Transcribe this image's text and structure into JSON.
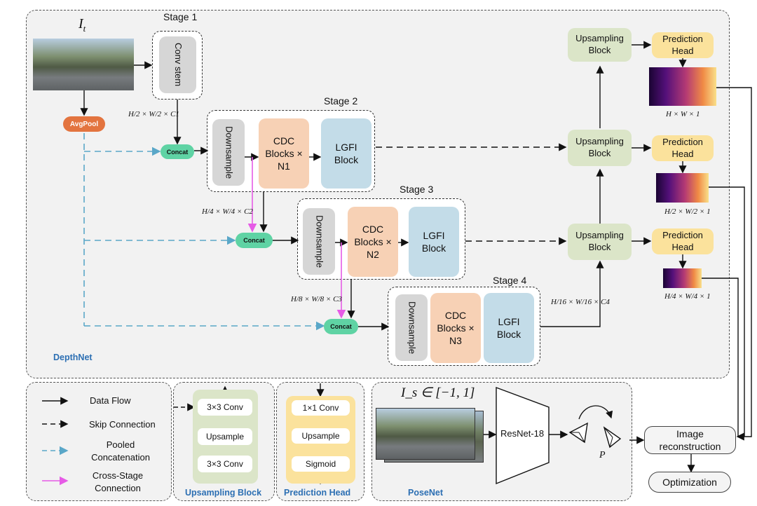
{
  "depthnet": {
    "label": "DepthNet",
    "input_label": "I_t",
    "avgpool": "AvgPool",
    "stage1": {
      "title": "Stage 1",
      "stem": "Conv stem",
      "dim": "H/2 × W/2 × C1"
    },
    "stage2": {
      "title": "Stage 2",
      "downsample": "Downsample",
      "cdc": "CDC Blocks × N1",
      "lgfi": "LGFI Block",
      "dim": "H/4 × W/4 × C2"
    },
    "stage3": {
      "title": "Stage 3",
      "downsample": "Downsample",
      "cdc": "CDC Blocks × N2",
      "lgfi": "LGFI Block",
      "dim": "H/8 × W/8 × C3"
    },
    "stage4": {
      "title": "Stage 4",
      "downsample": "Downsample",
      "cdc": "CDC Blocks × N3",
      "lgfi": "LGFI Block",
      "dim": "H/16 × W/16 × C4"
    },
    "concat": "Concat",
    "upsampling_block": "Upsampling Block",
    "prediction_head": "Prediction Head",
    "outputs": [
      "H × W × 1",
      "H/2 × W/2 × 1",
      "H/4 × W/4 × 1"
    ]
  },
  "legend": {
    "items": [
      {
        "label": "Data Flow",
        "style": "solid",
        "color": "#000000"
      },
      {
        "label": "Skip Connection",
        "style": "dashed",
        "color": "#000000"
      },
      {
        "label": "Pooled Concatenation",
        "style": "dashed",
        "color": "#5aa7c8"
      },
      {
        "label": "Cross-Stage Connection",
        "style": "solid",
        "color": "#e65be6"
      }
    ]
  },
  "upsampling_detail": {
    "title": "Upsampling Block",
    "layers": [
      "3×3 Conv",
      "Upsample",
      "3×3 Conv"
    ]
  },
  "prediction_detail": {
    "title": "Prediction Head",
    "layers": [
      "1×1 Conv",
      "Upsample",
      "Sigmoid"
    ]
  },
  "posenet": {
    "title": "PoseNet",
    "input_label": "I_s ∈ [−1, 1]",
    "backbone": "ResNet-18",
    "pose_label": "P"
  },
  "image_reconstruction": "Image reconstruction",
  "optimization": "Optimization",
  "colors": {
    "concat": "#5fd3a4",
    "avgpool": "#e3743f",
    "caption_blue": "#2c6fb3",
    "cross_stage": "#e65be6",
    "pooled": "#5aa7c8"
  }
}
